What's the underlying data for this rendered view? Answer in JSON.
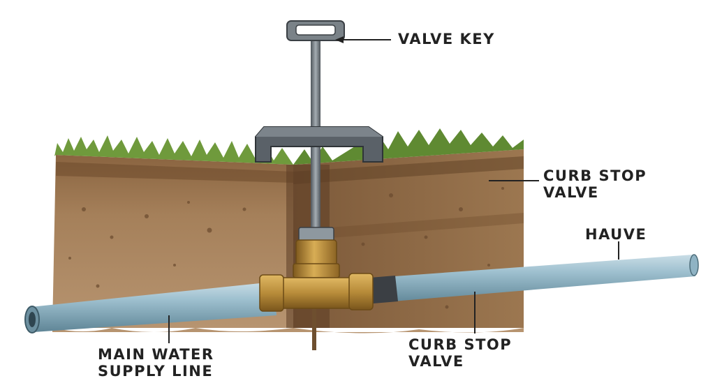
{
  "labels": {
    "valve_key": "VALVE KEY",
    "curb_stop_valve_top": "CURB STOP\nVALVE",
    "hauve": "HAUVE",
    "main_water_supply_line": "MAIN WATER\nSUPPLY LINE",
    "curb_stop_valve_bottom": "CURB STOP\nVALVE"
  },
  "colors": {
    "grass": "#6f9a3c",
    "soil_light": "#a9835a",
    "soil_dark": "#7e5a3a",
    "pipe": "#8fb3c4",
    "brass": "#b88c3a",
    "key_metal": "#6b737a"
  }
}
